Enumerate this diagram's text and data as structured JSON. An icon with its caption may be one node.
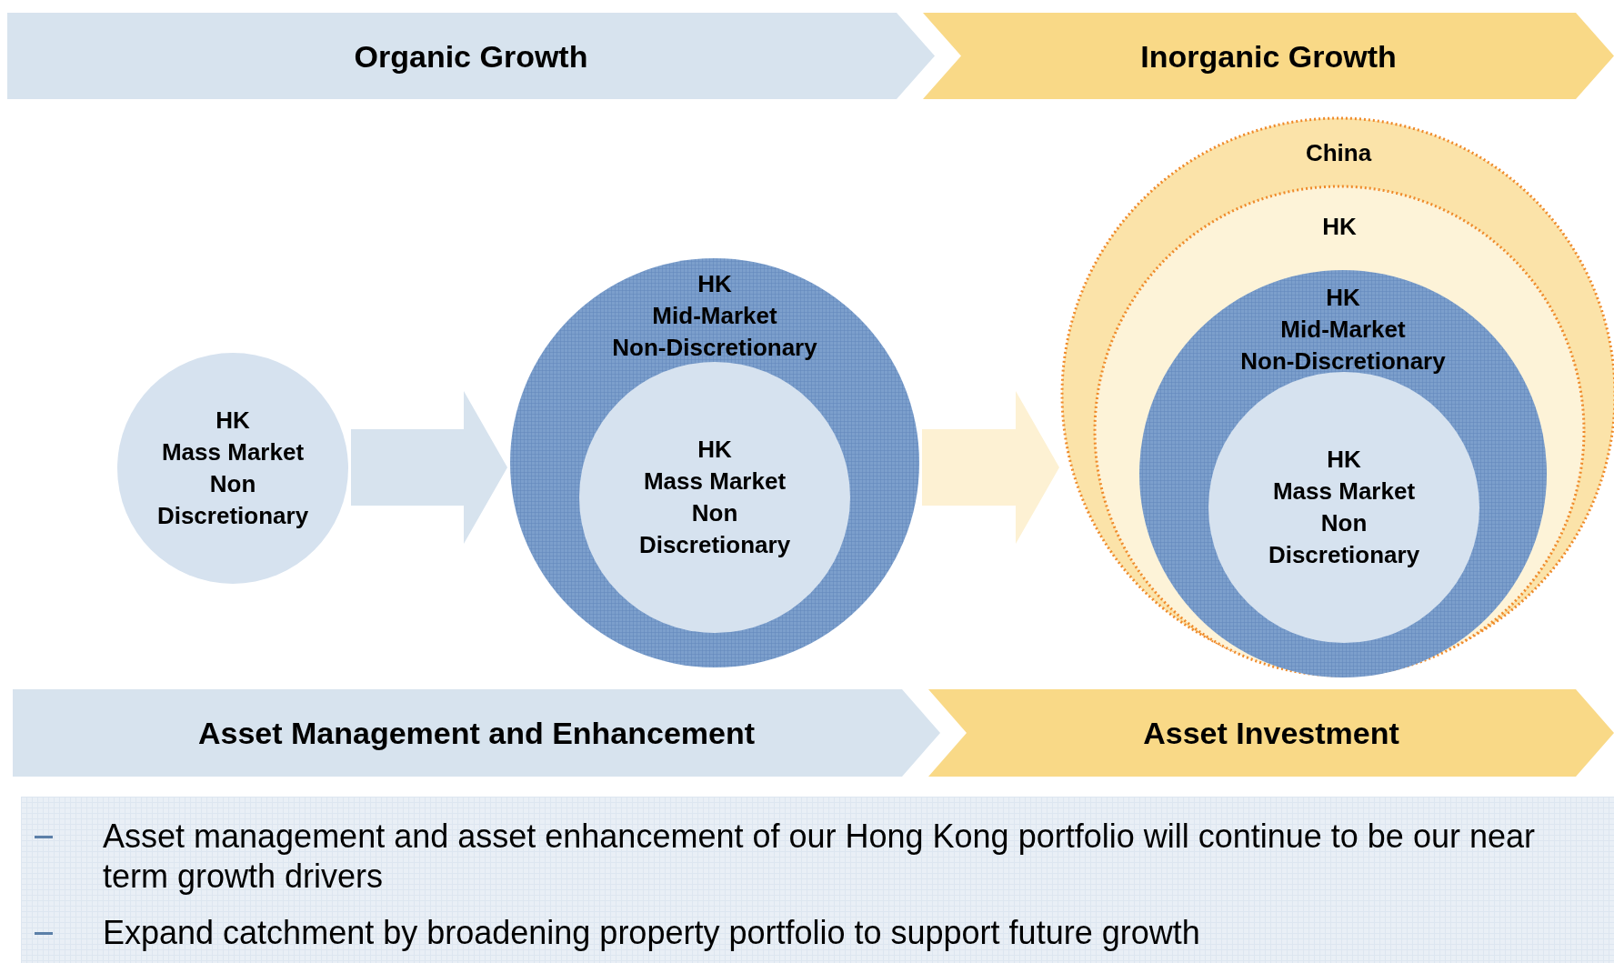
{
  "diagram": {
    "nodes": [
      {
        "text": [
          "Organic Growth"
        ]
      },
      {
        "text": [
          "Inorganic Growth"
        ]
      },
      {
        "text": [
          "HK Mass Market Non Discretionary"
        ]
      },
      {
        "text": [
          "HK Mid-Market Non-Discretionary"
        ]
      },
      {
        "text": [
          "HK Mass Market Non Discretionary"
        ],
        "in": 3
      },
      {
        "text": [
          "China"
        ]
      },
      {
        "text": [
          "HK"
        ],
        "in": 5
      },
      {
        "text": [
          "HK Mid-Market Non-Discretionary"
        ],
        "in": 6
      },
      {
        "text": [
          "HK Mass Market Non Discretionary"
        ],
        "in": 7
      },
      {
        "text": [
          "Asset Management and Enhancement"
        ]
      },
      {
        "text": [
          "Asset Investment"
        ]
      }
    ],
    "edges": [
      {
        "from": 2,
        "to": 3,
        "arrow": "to",
        "color": "#d7e3ee"
      },
      {
        "from": 3,
        "to": 5,
        "arrow": "to",
        "color": "#fdf1d3"
      }
    ],
    "labels": [
      "Asset management and asset enhancement of our Hong Kong portfolio will continue to be our near term growth drivers",
      "Expand catchment by broadening property portfolio to support future growth"
    ]
  }
}
